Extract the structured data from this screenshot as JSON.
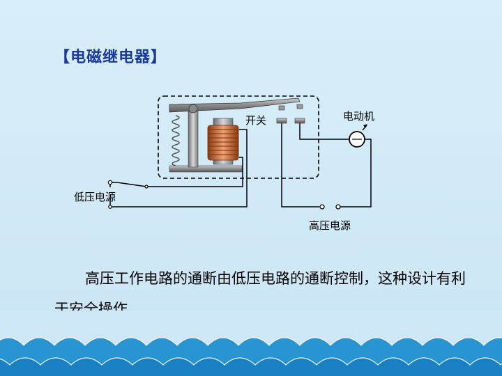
{
  "slide": {
    "title": "【电磁继电器】",
    "labels": {
      "switch": "开关",
      "motor": "电动机",
      "low_voltage_source": "低压电源",
      "high_voltage_source": "高压电源"
    },
    "paragraph": "高压工作电路的通断由低压电路的通断控制，这种设计有利于安全操作。"
  },
  "colors": {
    "background": "#d5ecf8",
    "title": "#1a3a9a",
    "wave": "#1f8fd0",
    "coil": "#c8662a"
  }
}
